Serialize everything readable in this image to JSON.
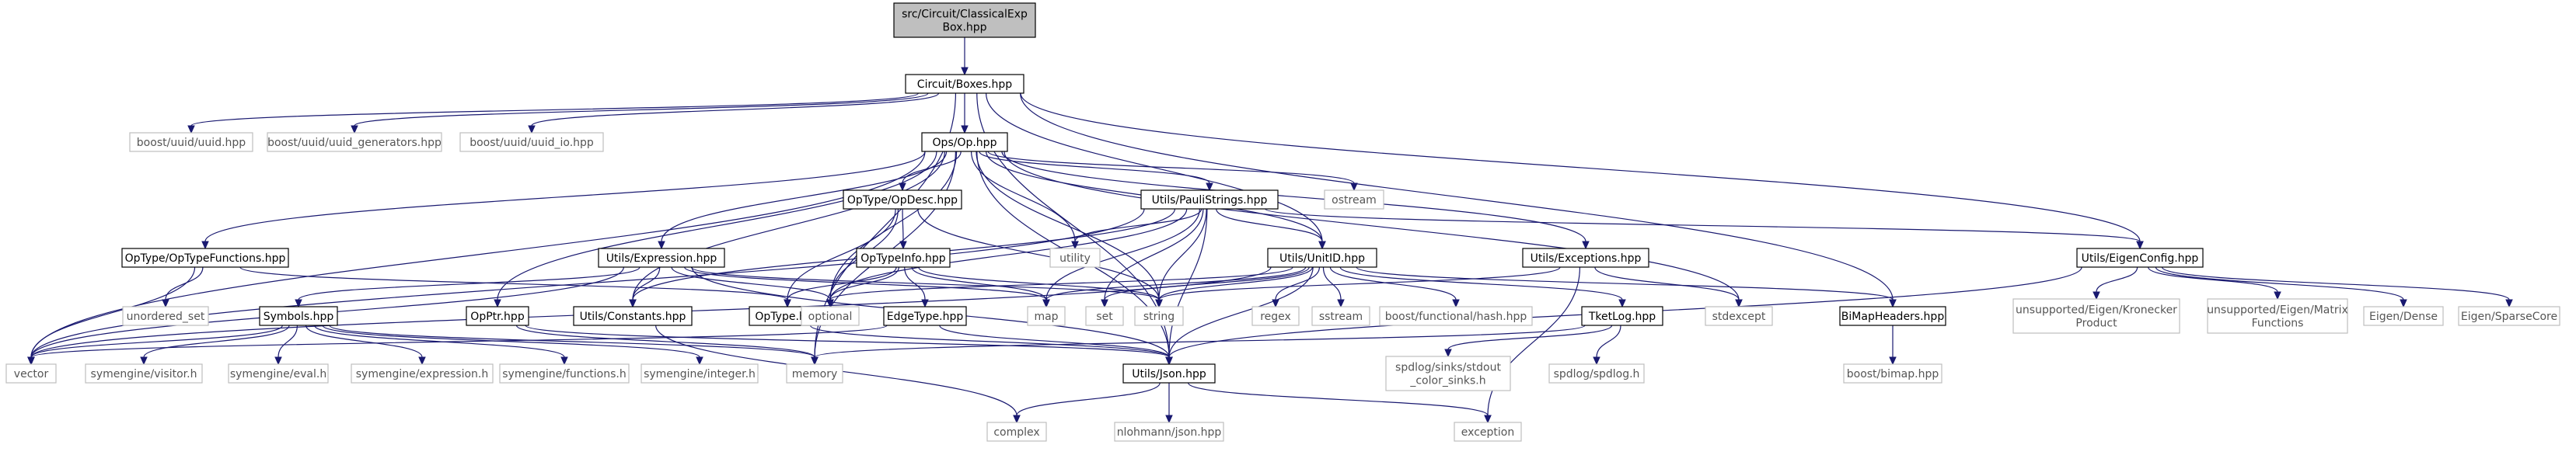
{
  "graph": {
    "nodes": [
      {
        "id": "root",
        "label": [
          "src/Circuit/ClassicalExp",
          "Box.hpp"
        ],
        "style": "root"
      },
      {
        "id": "boxes",
        "label": [
          "Circuit/Boxes.hpp"
        ],
        "style": "doc"
      },
      {
        "id": "uuid",
        "label": [
          "boost/uuid/uuid.hpp"
        ],
        "style": "ext"
      },
      {
        "id": "uuidgen",
        "label": [
          "boost/uuid/uuid_generators.hpp"
        ],
        "style": "ext"
      },
      {
        "id": "uuidio",
        "label": [
          "boost/uuid/uuid_io.hpp"
        ],
        "style": "ext"
      },
      {
        "id": "op",
        "label": [
          "Ops/Op.hpp"
        ],
        "style": "doc"
      },
      {
        "id": "optypefn",
        "label": [
          "OpType/OpTypeFunctions.hpp"
        ],
        "style": "doc"
      },
      {
        "id": "opdesc",
        "label": [
          "OpType/OpDesc.hpp"
        ],
        "style": "doc"
      },
      {
        "id": "pauli",
        "label": [
          "Utils/PauliStrings.hpp"
        ],
        "style": "doc"
      },
      {
        "id": "ostream",
        "label": [
          "ostream"
        ],
        "style": "ext"
      },
      {
        "id": "utility",
        "label": [
          "utility"
        ],
        "style": "ext"
      },
      {
        "id": "expr",
        "label": [
          "Utils/Expression.hpp"
        ],
        "style": "doc"
      },
      {
        "id": "optypeinfo",
        "label": [
          "OpTypeInfo.hpp"
        ],
        "style": "doc"
      },
      {
        "id": "unitid",
        "label": [
          "Utils/UnitID.hpp"
        ],
        "style": "doc"
      },
      {
        "id": "exceptions",
        "label": [
          "Utils/Exceptions.hpp"
        ],
        "style": "doc"
      },
      {
        "id": "eigenconfig",
        "label": [
          "Utils/EigenConfig.hpp"
        ],
        "style": "doc"
      },
      {
        "id": "unordered_set",
        "label": [
          "unordered_set"
        ],
        "style": "ext"
      },
      {
        "id": "symbols",
        "label": [
          "Symbols.hpp"
        ],
        "style": "doc"
      },
      {
        "id": "opptr",
        "label": [
          "OpPtr.hpp"
        ],
        "style": "doc"
      },
      {
        "id": "constants",
        "label": [
          "Utils/Constants.hpp"
        ],
        "style": "doc"
      },
      {
        "id": "optype",
        "label": [
          "OpType.hpp"
        ],
        "style": "doc"
      },
      {
        "id": "optional",
        "label": [
          "optional"
        ],
        "style": "ext"
      },
      {
        "id": "edgetype",
        "label": [
          "EdgeType.hpp"
        ],
        "style": "doc"
      },
      {
        "id": "map",
        "label": [
          "map"
        ],
        "style": "ext"
      },
      {
        "id": "set",
        "label": [
          "set"
        ],
        "style": "ext"
      },
      {
        "id": "string",
        "label": [
          "string"
        ],
        "style": "ext"
      },
      {
        "id": "regex",
        "label": [
          "regex"
        ],
        "style": "ext"
      },
      {
        "id": "sstream",
        "label": [
          "sstream"
        ],
        "style": "ext"
      },
      {
        "id": "hash",
        "label": [
          "boost/functional/hash.hpp"
        ],
        "style": "ext"
      },
      {
        "id": "tketlog",
        "label": [
          "TketLog.hpp"
        ],
        "style": "doc"
      },
      {
        "id": "stdexcept",
        "label": [
          "stdexcept"
        ],
        "style": "ext"
      },
      {
        "id": "bimapheaders",
        "label": [
          "BiMapHeaders.hpp"
        ],
        "style": "doc"
      },
      {
        "id": "kronecker",
        "label": [
          "unsupported/Eigen/Kronecker",
          "Product"
        ],
        "style": "ext"
      },
      {
        "id": "matrixfn",
        "label": [
          "unsupported/Eigen/Matrix",
          "Functions"
        ],
        "style": "ext"
      },
      {
        "id": "dense",
        "label": [
          "Eigen/Dense"
        ],
        "style": "ext"
      },
      {
        "id": "sparse",
        "label": [
          "Eigen/SparseCore"
        ],
        "style": "ext"
      },
      {
        "id": "vector",
        "label": [
          "vector"
        ],
        "style": "ext"
      },
      {
        "id": "visitor",
        "label": [
          "symengine/visitor.h"
        ],
        "style": "ext"
      },
      {
        "id": "eval",
        "label": [
          "symengine/eval.h"
        ],
        "style": "ext"
      },
      {
        "id": "expression",
        "label": [
          "symengine/expression.h"
        ],
        "style": "ext"
      },
      {
        "id": "functions",
        "label": [
          "symengine/functions.h"
        ],
        "style": "ext"
      },
      {
        "id": "integer",
        "label": [
          "symengine/integer.h"
        ],
        "style": "ext"
      },
      {
        "id": "memory",
        "label": [
          "memory"
        ],
        "style": "ext"
      },
      {
        "id": "json",
        "label": [
          "Utils/Json.hpp"
        ],
        "style": "doc"
      },
      {
        "id": "stdout_sinks",
        "label": [
          "spdlog/sinks/stdout",
          "_color_sinks.h"
        ],
        "style": "ext"
      },
      {
        "id": "spdlog",
        "label": [
          "spdlog/spdlog.h"
        ],
        "style": "ext"
      },
      {
        "id": "bimap",
        "label": [
          "boost/bimap.hpp"
        ],
        "style": "ext"
      },
      {
        "id": "complex",
        "label": [
          "complex"
        ],
        "style": "ext"
      },
      {
        "id": "nlohmann",
        "label": [
          "nlohmann/json.hpp"
        ],
        "style": "ext"
      },
      {
        "id": "exception",
        "label": [
          "exception"
        ],
        "style": "ext"
      }
    ],
    "edges": [
      [
        "root",
        "boxes"
      ],
      [
        "boxes",
        "uuid"
      ],
      [
        "boxes",
        "uuidgen"
      ],
      [
        "boxes",
        "uuidio"
      ],
      [
        "boxes",
        "op"
      ],
      [
        "boxes",
        "unitid"
      ],
      [
        "boxes",
        "eigenconfig"
      ],
      [
        "boxes",
        "bimapheaders"
      ],
      [
        "boxes",
        "json"
      ],
      [
        "boxes",
        "memory"
      ],
      [
        "op",
        "optypefn"
      ],
      [
        "op",
        "opdesc"
      ],
      [
        "op",
        "pauli"
      ],
      [
        "op",
        "ostream"
      ],
      [
        "op",
        "utility"
      ],
      [
        "op",
        "expr"
      ],
      [
        "op",
        "unitid"
      ],
      [
        "op",
        "exceptions"
      ],
      [
        "op",
        "opptr"
      ],
      [
        "op",
        "constants"
      ],
      [
        "op",
        "optional"
      ],
      [
        "op",
        "string"
      ],
      [
        "op",
        "stdexcept"
      ],
      [
        "op",
        "vector"
      ],
      [
        "op",
        "json"
      ],
      [
        "op",
        "memory"
      ],
      [
        "optypefn",
        "unordered_set"
      ],
      [
        "optypefn",
        "optype"
      ],
      [
        "optypefn",
        "vector"
      ],
      [
        "opdesc",
        "optypeinfo"
      ],
      [
        "opdesc",
        "optype"
      ],
      [
        "opdesc",
        "optional"
      ],
      [
        "opdesc",
        "string"
      ],
      [
        "pauli",
        "utility"
      ],
      [
        "pauli",
        "unitid"
      ],
      [
        "pauli",
        "eigenconfig"
      ],
      [
        "pauli",
        "constants"
      ],
      [
        "pauli",
        "optional"
      ],
      [
        "pauli",
        "map"
      ],
      [
        "pauli",
        "set"
      ],
      [
        "pauli",
        "string"
      ],
      [
        "pauli",
        "vector"
      ],
      [
        "pauli",
        "json"
      ],
      [
        "expr",
        "symbols"
      ],
      [
        "expr",
        "constants"
      ],
      [
        "expr",
        "optional"
      ],
      [
        "expr",
        "map"
      ],
      [
        "expr",
        "string"
      ],
      [
        "expr",
        "vector"
      ],
      [
        "expr",
        "json"
      ],
      [
        "optypeinfo",
        "optype"
      ],
      [
        "optypeinfo",
        "edgetype"
      ],
      [
        "optypeinfo",
        "optional"
      ],
      [
        "optypeinfo",
        "map"
      ],
      [
        "optypeinfo",
        "string"
      ],
      [
        "unitid",
        "json"
      ],
      [
        "unitid",
        "tketlog"
      ],
      [
        "unitid",
        "hash"
      ],
      [
        "unitid",
        "regex"
      ],
      [
        "unitid",
        "sstream"
      ],
      [
        "unitid",
        "string"
      ],
      [
        "unitid",
        "set"
      ],
      [
        "unitid",
        "map"
      ],
      [
        "unitid",
        "optional"
      ],
      [
        "unitid",
        "bimapheaders"
      ],
      [
        "unitid",
        "vector"
      ],
      [
        "exceptions",
        "stdexcept"
      ],
      [
        "exceptions",
        "string"
      ],
      [
        "exceptions",
        "exception"
      ],
      [
        "eigenconfig",
        "kronecker"
      ],
      [
        "eigenconfig",
        "matrixfn"
      ],
      [
        "eigenconfig",
        "dense"
      ],
      [
        "eigenconfig",
        "sparse"
      ],
      [
        "eigenconfig",
        "json"
      ],
      [
        "symbols",
        "visitor"
      ],
      [
        "symbols",
        "eval"
      ],
      [
        "symbols",
        "expression"
      ],
      [
        "symbols",
        "functions"
      ],
      [
        "symbols",
        "integer"
      ],
      [
        "symbols",
        "memory"
      ],
      [
        "symbols",
        "vector"
      ],
      [
        "opptr",
        "json"
      ],
      [
        "opptr",
        "memory"
      ],
      [
        "constants",
        "complex"
      ],
      [
        "optype",
        "json"
      ],
      [
        "edgetype",
        "json"
      ],
      [
        "edgetype",
        "vector"
      ],
      [
        "tketlog",
        "stdout_sinks"
      ],
      [
        "tketlog",
        "spdlog"
      ],
      [
        "tketlog",
        "memory"
      ],
      [
        "bimapheaders",
        "bimap"
      ],
      [
        "json",
        "complex"
      ],
      [
        "json",
        "nlohmann"
      ],
      [
        "json",
        "exception"
      ]
    ]
  },
  "colors": {
    "edge": "#191970",
    "doc_border": "#000000",
    "doc_fill": "#ffffff",
    "ext_border": "#bfbfbf",
    "ext_fill": "#ffffff",
    "root_fill": "#bfbfbf",
    "root_border": "#000000",
    "ext_text": "#555555",
    "doc_text": "#000000"
  }
}
